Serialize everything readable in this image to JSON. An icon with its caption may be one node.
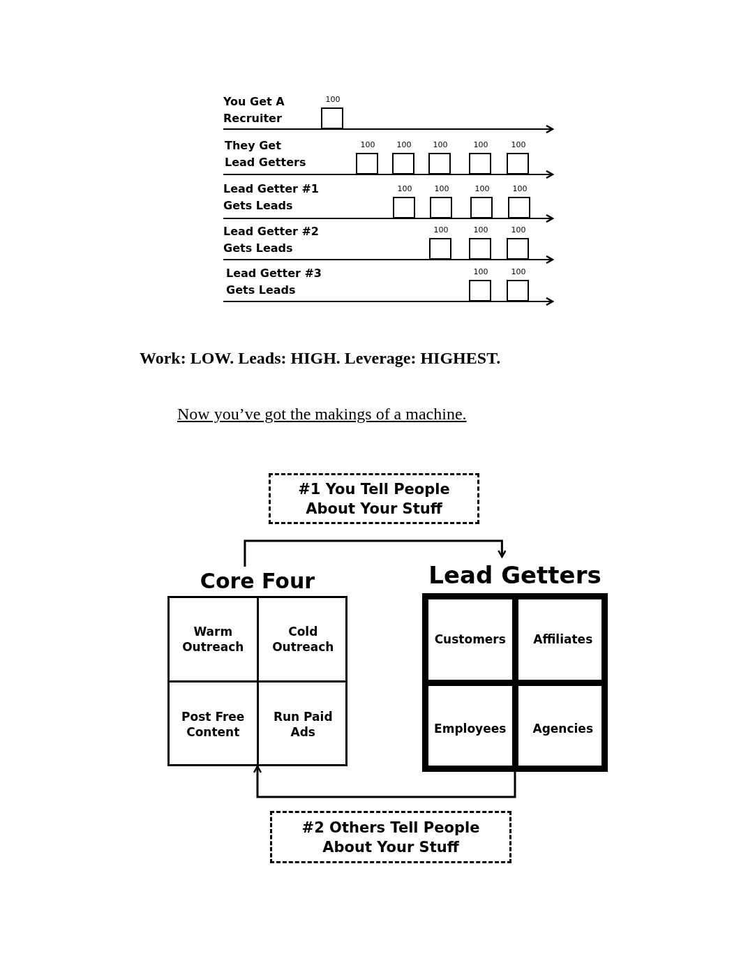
{
  "diagram": {
    "nodes": [
      {
        "text": [
          "100"
        ]
      },
      {
        "text": [
          "100"
        ]
      },
      {
        "text": [
          "100"
        ]
      },
      {
        "text": [
          "100"
        ]
      },
      {
        "text": [
          "100"
        ]
      },
      {
        "text": [
          "100"
        ]
      },
      {
        "text": [
          "100"
        ]
      },
      {
        "text": [
          "100"
        ]
      },
      {
        "text": [
          "100"
        ]
      },
      {
        "text": [
          "100"
        ]
      },
      {
        "text": [
          "100"
        ]
      },
      {
        "text": [
          "100"
        ]
      },
      {
        "text": [
          "100"
        ]
      },
      {
        "text": [
          "100"
        ]
      },
      {
        "text": [
          "100"
        ]
      },
      {
        "text": [
          "#1 You Tell People About Your Stuff"
        ]
      },
      {
        "text": [
          "Core Four"
        ]
      },
      {
        "text": [
          "Warm Outreach"
        ],
        "in": 16
      },
      {
        "text": [
          "Cold Outreach"
        ],
        "in": 16
      },
      {
        "text": [
          "Post Free Content"
        ],
        "in": 16
      },
      {
        "text": [
          "Run Paid Ads"
        ],
        "in": 16
      },
      {
        "text": [
          "Lead Getters"
        ]
      },
      {
        "text": [
          "Customers"
        ],
        "in": 21
      },
      {
        "text": [
          "Affiliates"
        ],
        "in": 21
      },
      {
        "text": [
          "Employees"
        ],
        "in": 21
      },
      {
        "text": [
          "Agencies"
        ],
        "in": 21
      },
      {
        "text": [
          "#2 Others Tell People About Your Stuff"
        ]
      }
    ],
    "edges": [
      {
        "from": 16,
        "to": 21,
        "arrow": "to"
      },
      {
        "from": 21,
        "to": 16,
        "arrow": "to"
      }
    ],
    "labels": [
      "You Get A Recruiter",
      "They Get Lead Getters",
      "Lead Getter #1 Gets Leads",
      "Lead Getter #2 Gets Leads",
      "Lead Getter #3 Gets Leads",
      "Work: LOW. Leads: HIGH. Leverage: HIGHEST.",
      "Now you’ve got the makings of a machine."
    ]
  }
}
